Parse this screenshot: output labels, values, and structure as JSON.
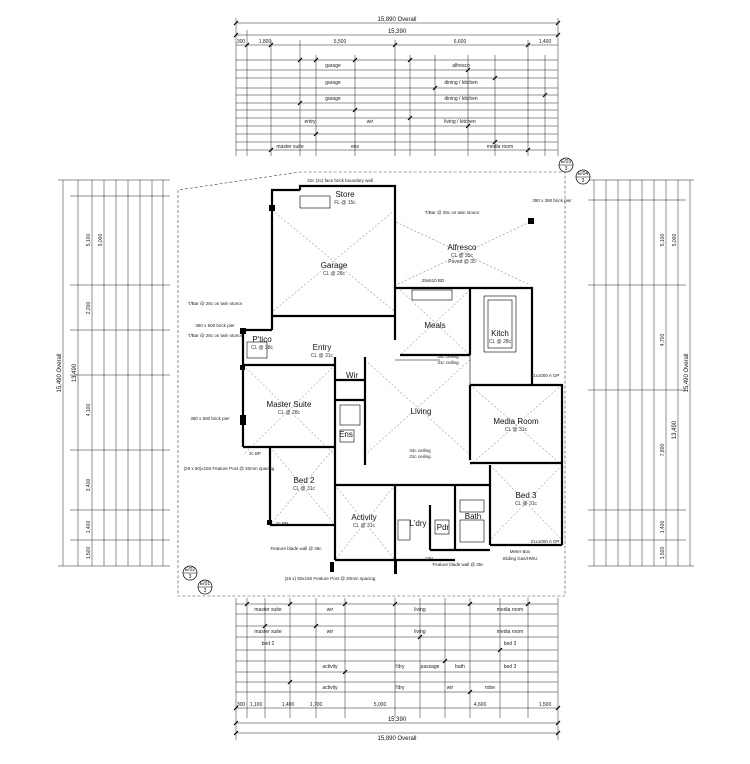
{
  "dimensions": {
    "top_overall": "15,890 Overall",
    "top_second": "15,390",
    "top_row": [
      "300",
      "1,800",
      "5,500",
      "6,600",
      "1,400"
    ],
    "top_labels": [
      "garage",
      "alfresco",
      "garage",
      "dining / kitchen",
      "garage",
      "dining / kitchen",
      "entry",
      "wir",
      "living / kitchen",
      "master suite",
      "ens",
      "media room"
    ],
    "bottom_overall": "15,890 Overall",
    "bottom_second": "15,390",
    "bottom_row": [
      "300",
      "1,100",
      "1,400",
      "1,700",
      "5,000",
      "4,600",
      "1,500"
    ],
    "bottom_labels": [
      "master suite",
      "wir",
      "living",
      "media room",
      "master suite",
      "wir",
      "living",
      "media room",
      "bed 2",
      "bed 3",
      "activity",
      "l'dry",
      "passage",
      "bath",
      "bed 3",
      "activity",
      "l'dry",
      "wir",
      "robe"
    ],
    "left_overall": "15,490 Overall",
    "left_second": "13,490",
    "left_vals": [
      "5,100",
      "5,000",
      "2,200",
      "4,100",
      "3,400",
      "1,400",
      "1,500"
    ],
    "right_overall": "15,490 Overall",
    "right_second": "13,490",
    "right_vals": [
      "5,100",
      "5,000",
      "4,700",
      "7,800",
      "1,400",
      "1,500"
    ]
  },
  "rooms": {
    "store": {
      "name": "Store",
      "sub": "FL @ 15c"
    },
    "garage": {
      "name": "Garage",
      "sub": "CL @ 28c"
    },
    "alfresco": {
      "name": "Alfresco",
      "sub": "CL @ 35c",
      "sub2": "Paved @ 35"
    },
    "porch": {
      "name": "P'tico",
      "sub": "CL @ 28c"
    },
    "entry": {
      "name": "Entry",
      "sub": "CL @ 31c"
    },
    "meals": {
      "name": "Meals"
    },
    "kitchen": {
      "name": "Kitch",
      "sub": "CL @ 28c"
    },
    "wir": {
      "name": "Wir"
    },
    "master": {
      "name": "Master Suite",
      "sub": "CL @ 28c"
    },
    "ens": {
      "name": "Ens"
    },
    "living": {
      "name": "Living"
    },
    "media": {
      "name": "Media Room",
      "sub": "CL @ 31c"
    },
    "bed2": {
      "name": "Bed 2",
      "sub": "CL @ 31c"
    },
    "activity": {
      "name": "Activity",
      "sub": "CL @ 31c"
    },
    "ldry": {
      "name": "L'dry"
    },
    "pdr": {
      "name": "Pdr"
    },
    "bath": {
      "name": "Bath"
    },
    "bed3": {
      "name": "Bed 3",
      "sub": "CL @ 31c"
    }
  },
  "notes": {
    "boundary": "32c (2c) face brick boundary wall",
    "tiltbar_alf": "T/Bar @ 28c on twin stonor",
    "brick_pier": "390 x 390 brick pier",
    "tiltbar_porch": "T/Bar @ 28c on twin stonor",
    "brick_pier2": "390 x 500 brick pier",
    "tiltbar_porch2": "T/Bar @ 28c on twin stonor",
    "brick_pier3": "390 x 500 brick pier",
    "feature_post": "(29 x 50)x150 Feature Post @ 20mm spacing",
    "feature_wall": "Feature blade wall @ 35c",
    "feature_post2": "(26 x) 50x150 Feature Post @ 20mm spacing",
    "feature_wall2": "Feature blade wall @ 35c",
    "ceiling34": "34c ceiling",
    "ceiling31": "31c ceiling",
    "ceiling_a": "34c ceiling",
    "ceiling_b": "31c ceiling",
    "box": "25x610 BD",
    "op": "21x1000 A OP",
    "op2": "21x1000 A OP",
    "bp": "2c BP",
    "bp2": "2c BP",
    "sink": "Obs.",
    "meter": "Meter Box",
    "gas": "Sliding Gas/HWU"
  },
  "sections": {
    "top_right_a": "E/03",
    "top_right_b": "E/04",
    "bottom_left_a": "E/02",
    "bottom_left_b": "E/01",
    "num": "3"
  }
}
